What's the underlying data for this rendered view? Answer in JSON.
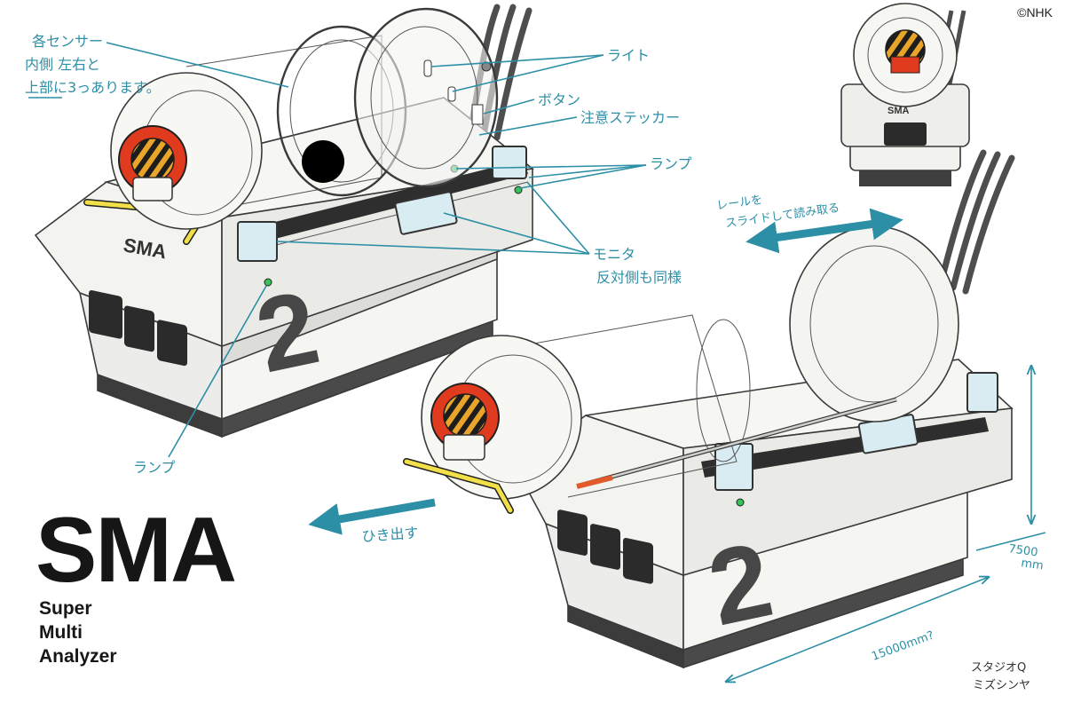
{
  "copyright": "©NHK",
  "logo": {
    "main": "SMA",
    "lines": [
      "Super",
      "Multi",
      "Analyzer"
    ]
  },
  "machine": {
    "side_letters": "SMA",
    "number": "2"
  },
  "annotations": {
    "sensors": [
      "各センサー",
      "内側 左右と",
      "上部に3っあります。"
    ],
    "light": "ライト",
    "button": "ボタン",
    "sticker": "注意ステッカー",
    "lamp": "ランプ",
    "monitor": [
      "モニタ",
      "反対側も同様"
    ],
    "lamp_lower": "ランプ",
    "rail": [
      "レールを",
      "スライドして読み取る"
    ],
    "pull_out": "ひき出す",
    "height": [
      "7500",
      "mm"
    ],
    "length": "15000mm?"
  },
  "signature": [
    "スタジオQ",
    "ミズシンヤ"
  ],
  "colors": {
    "accent": "#2d8fa6",
    "warning_red": "#e03b1f",
    "handle_yellow": "#f2e04a",
    "body": "#f2f2ee",
    "base": "#4a4a4a"
  }
}
